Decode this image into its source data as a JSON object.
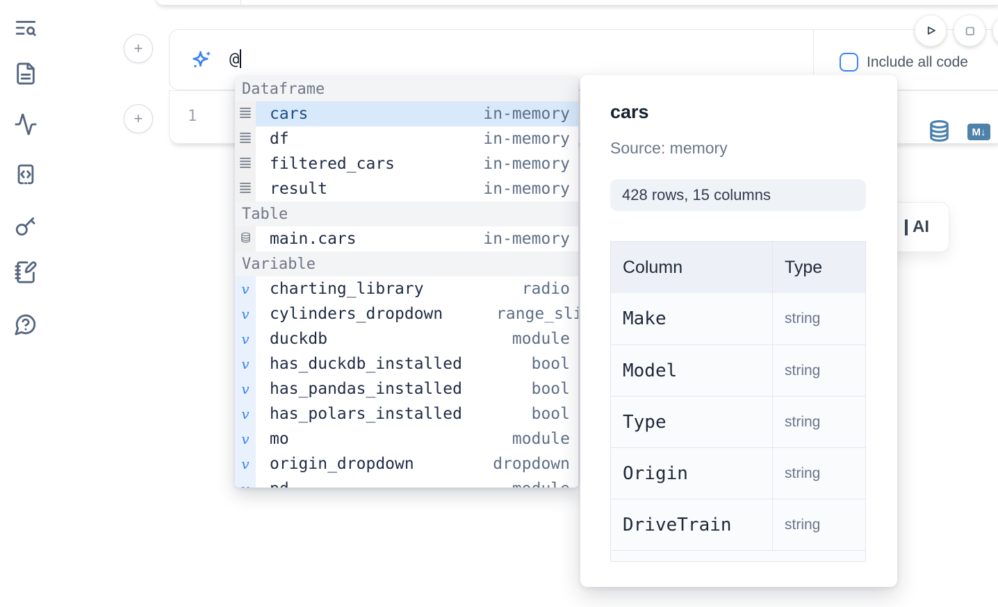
{
  "colors": {
    "accent_blue": "#3b82f6",
    "icon_steel_blue": "#4a81ab",
    "selected_row_bg": "#d7e9fb",
    "variable_gutter_bg": "#e9f1fc"
  },
  "sidebar": {
    "icon_names": [
      "text-search-icon",
      "file-icon",
      "activity-icon",
      "code-block-icon",
      "key-icon",
      "scratchpad-icon",
      "help-icon"
    ]
  },
  "toolbar": {
    "run_icon": "play-icon",
    "stop_icon": "stop-icon"
  },
  "ai_input": {
    "value": "@",
    "include_all_code_label": "Include all code",
    "include_all_code_checked": false
  },
  "cell": {
    "line_number": "1",
    "markdown_badge": "M↓"
  },
  "ai_card": {
    "visible_label": "AI"
  },
  "add_button": {
    "label": "+"
  },
  "autocomplete": {
    "sections": [
      {
        "label": "Dataframe",
        "kind": "dataframe",
        "items": [
          {
            "name": "cars",
            "type": "in-memory",
            "selected": true
          },
          {
            "name": "df",
            "type": "in-memory"
          },
          {
            "name": "filtered_cars",
            "type": "in-memory"
          },
          {
            "name": "result",
            "type": "in-memory"
          }
        ]
      },
      {
        "label": "Table",
        "kind": "table",
        "items": [
          {
            "name": "main.cars",
            "type": "in-memory"
          }
        ]
      },
      {
        "label": "Variable",
        "kind": "variable",
        "items": [
          {
            "name": "charting_library",
            "type": "radio"
          },
          {
            "name": "cylinders_dropdown",
            "type": "range_slider",
            "clipped": true
          },
          {
            "name": "duckdb",
            "type": "module"
          },
          {
            "name": "has_duckdb_installed",
            "type": "bool"
          },
          {
            "name": "has_pandas_installed",
            "type": "bool"
          },
          {
            "name": "has_polars_installed",
            "type": "bool"
          },
          {
            "name": "mo",
            "type": "module"
          },
          {
            "name": "origin_dropdown",
            "type": "dropdown"
          },
          {
            "name": "pd",
            "type": "module"
          }
        ]
      }
    ]
  },
  "preview": {
    "title": "cars",
    "source": "Source: memory",
    "shape": "428 rows, 15 columns",
    "table": {
      "headers": [
        "Column",
        "Type"
      ],
      "rows": [
        [
          "Make",
          "string"
        ],
        [
          "Model",
          "string"
        ],
        [
          "Type",
          "string"
        ],
        [
          "Origin",
          "string"
        ],
        [
          "DriveTrain",
          "string"
        ]
      ]
    }
  }
}
